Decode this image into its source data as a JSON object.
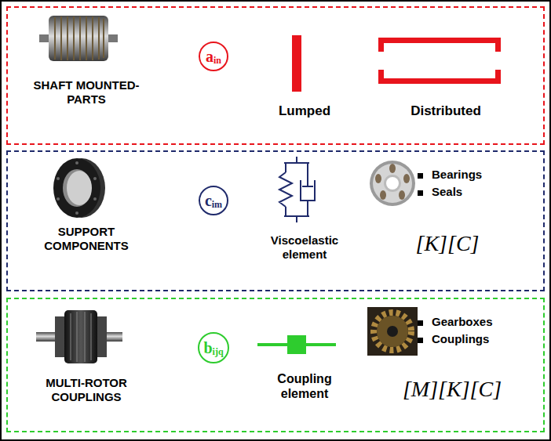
{
  "diagram": {
    "nodes": [
      {
        "text": [
          "SHAFT MOUNTED-PARTS",
          "Lumped",
          "Distributed"
        ]
      },
      {
        "text": [
          "a",
          "in"
        ],
        "in": 0
      },
      {
        "text": [
          "SUPPORT COMPONENTS",
          "Viscoelastic element",
          "Bearings",
          "Seals",
          "[K][C]"
        ]
      },
      {
        "text": [
          "c",
          "im"
        ],
        "in": 2
      },
      {
        "text": [
          "MULTI-ROTOR COUPLINGS",
          "Coupling element",
          "Gearboxes",
          "Couplings",
          "[M][K][C]"
        ]
      },
      {
        "text": [
          "b",
          "ijq"
        ],
        "in": 4
      }
    ]
  }
}
